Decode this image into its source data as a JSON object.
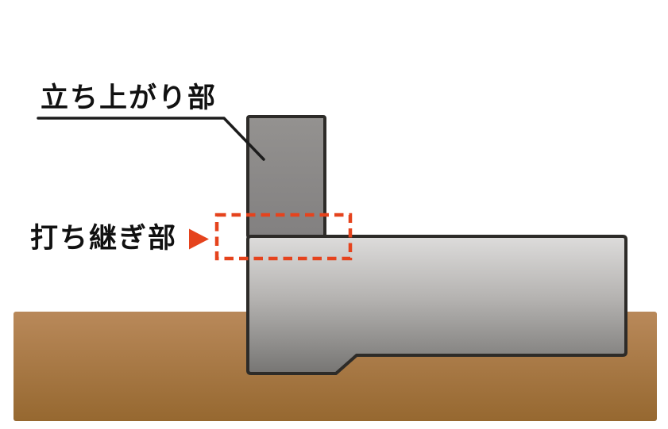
{
  "diagram": {
    "description": "foundation-construction-joint-diagram",
    "labels": {
      "riser": "立ち上がり部",
      "joint": "打ち継ぎ部"
    },
    "icons": {
      "joint_pointer": "right-pointing-triangle-icon"
    },
    "colors": {
      "background": "#ffffff",
      "outline": "#2d2b28",
      "leader_line": "#1c1c1c",
      "text": "#111111",
      "accent_red": "#e5431d",
      "column_fill_top": "#949290",
      "column_fill_bottom": "#828080",
      "footing_fill_top": "#dddcdb",
      "footing_fill_mid": "#b5b3b1",
      "footing_fill_bottom": "#767573",
      "ground_fill_top": "#b9895a",
      "ground_fill_bottom": "#966830"
    }
  }
}
